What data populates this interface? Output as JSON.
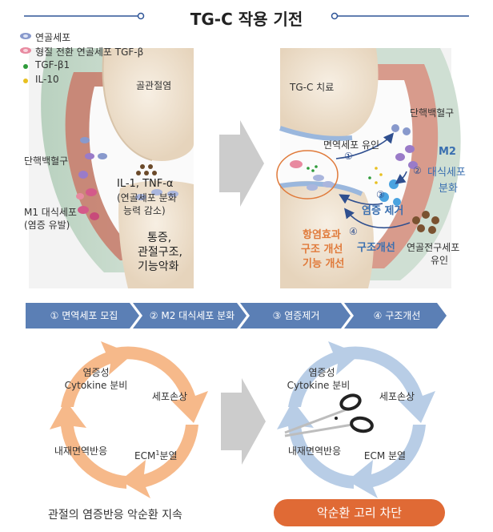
{
  "title": "TG-C 작용 기전",
  "legend": [
    {
      "label": "연골세포",
      "icon": "chondrocyte-icon",
      "color": "#8899cc"
    },
    {
      "label": "형질  전환 연골세포 TGF-β",
      "icon": "transformed-chondrocyte-icon",
      "color": "#e88aa0"
    },
    {
      "label": "TGF-β1",
      "icon": "tgf-dot-icon",
      "color": "#2e9b3a"
    },
    {
      "label": "IL-10",
      "icon": "il10-dot-icon",
      "color": "#e8c020"
    }
  ],
  "left_panel": {
    "joint_inflammation": "골관절염",
    "monocyte": "단핵백혈구",
    "m1_line1": "M1 대식세포",
    "m1_line2": "(염증 유발)",
    "il1_line1": "IL-1, TNF-α",
    "il1_line2": "(연골세포 분화",
    "il1_line3": "능력 감소)",
    "pain_line1": "통증,",
    "pain_line2": "관절구조,",
    "pain_line3": "기능악화"
  },
  "right_panel": {
    "treatment": "TG-C 치료",
    "monocyte": "단핵백혈구",
    "immune_recruit": "면역세포 유인",
    "m2_line1": "M2",
    "m2_line2": "대식세포",
    "m2_line3": "분화",
    "inflammation_removal": "염증 제거",
    "structure_improve": "구조개선",
    "effect_line1": "항염효과",
    "effect_line2": "구조  개선",
    "effect_line3": "기능 개선",
    "precursor_line1": "연골전구세포",
    "precursor_line2": "유인",
    "n1": "①",
    "n2": "②",
    "n3": "③",
    "n4": "④"
  },
  "steps": [
    "① 면역세포 모집",
    "② M2 대식세포 분화",
    "③ 염증제거",
    "④ 구조개선"
  ],
  "cycle_left": {
    "top_line1": "염증성",
    "top_line2": "Cytokine 분비",
    "right": "세포손상",
    "bottom": "ECM",
    "bottom_sup": "1",
    "bottom_tail": "분열",
    "left": "내재면역반응"
  },
  "cycle_right": {
    "top_line1": "염증성",
    "top_line2": "Cytokine 분비",
    "right": "세포손상",
    "bottom": "ECM 분열",
    "left": "내재면역반응"
  },
  "bottom_left_text": "관절의 염증반응 악순환 지속",
  "bottom_right_button": "악순환 고리 차단",
  "colors": {
    "title_line": "#2f5597",
    "step_bar": "#5b7fb5",
    "cycle_orange": "#f6b98a",
    "cycle_blue": "#b8cde6",
    "pill": "#e06a35",
    "arrow_gray": "#cccccc"
  }
}
